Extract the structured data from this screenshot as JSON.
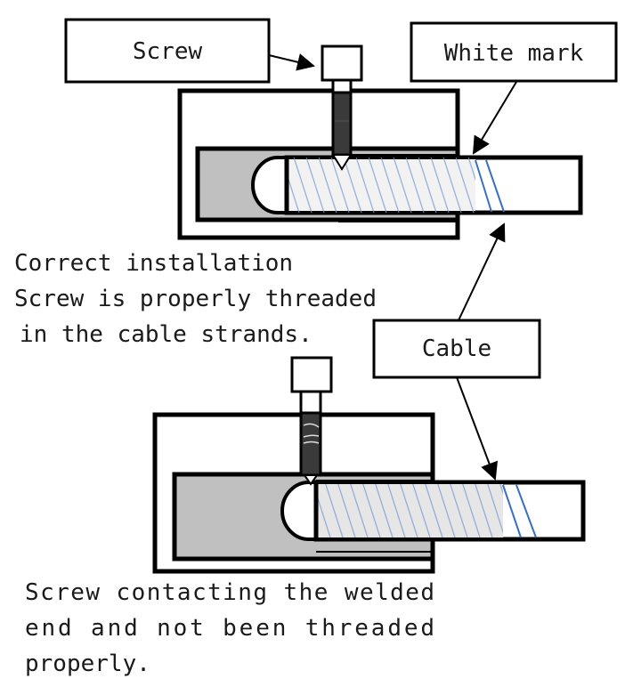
{
  "labels": {
    "screw": "Screw",
    "white_mark": "White mark",
    "cable": "Cable"
  },
  "captions": {
    "correct": [
      "Correct installation",
      "Screw is properly threaded",
      "in the cable strands."
    ],
    "incorrect": [
      "Screw contacting the welded",
      "end and not been threaded",
      "properly."
    ]
  },
  "colors": {
    "outline": "#000000",
    "housing_fill": "#c0c0c0",
    "cable_fill": "#f2f2f2",
    "cable_fill_bottom": "#e4e4e4",
    "strand_lines": "#7a9cd0",
    "white_mark_lines": "#3b6fc2",
    "screw_body": "#3a3a3a"
  }
}
